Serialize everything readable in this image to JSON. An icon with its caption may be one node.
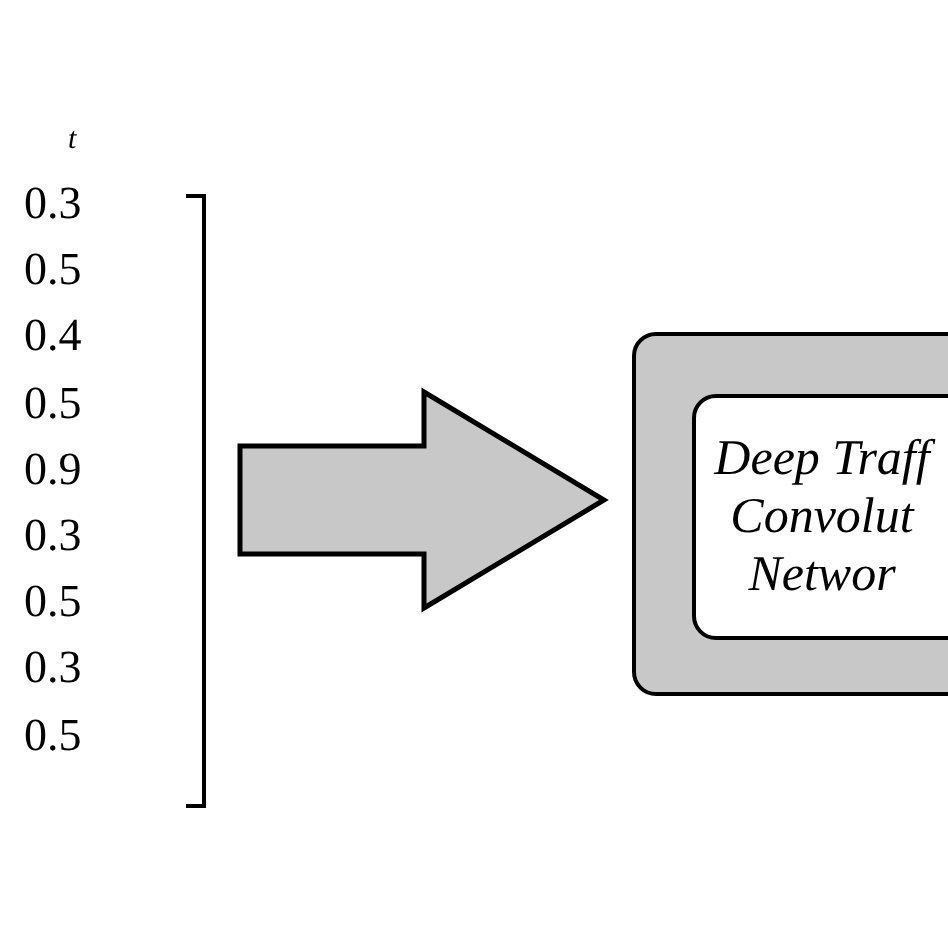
{
  "diagram": {
    "nodes": [
      {
        "text": [
          "t",
          "0.3",
          "0.5",
          "0.4",
          "0.5",
          "0.9",
          "0.3",
          "0.5",
          "0.3",
          "0.5"
        ]
      },
      {
        "text": [],
        "shape": "box"
      },
      {
        "text": [
          "Deep Traff Convolut Networ"
        ],
        "in": 1
      }
    ],
    "edges": [
      {
        "from": 0,
        "to": 1,
        "arrow": "to",
        "style": "thick"
      }
    ]
  }
}
